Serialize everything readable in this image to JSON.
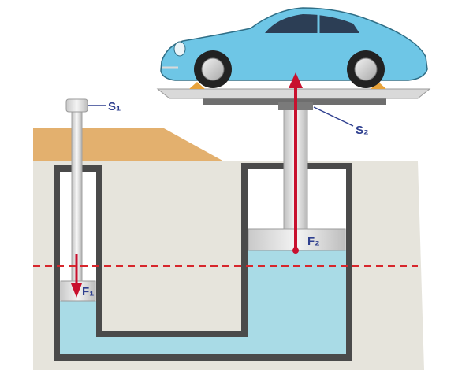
{
  "labels": {
    "s1": "S₁",
    "s2": "S₂",
    "f1": "F₁",
    "f2": "F₂"
  },
  "colors": {
    "ground": "#e6e4dc",
    "soil": "#e3b06e",
    "wall": "#4a4a4a",
    "fluid": "#a9dbe6",
    "arrow": "#c8102e",
    "car_body": "#6ec6e6",
    "label_text": "#2e3f8f",
    "dashed_line": "#d7262c"
  },
  "icons": {
    "vehicle": "car-icon"
  }
}
